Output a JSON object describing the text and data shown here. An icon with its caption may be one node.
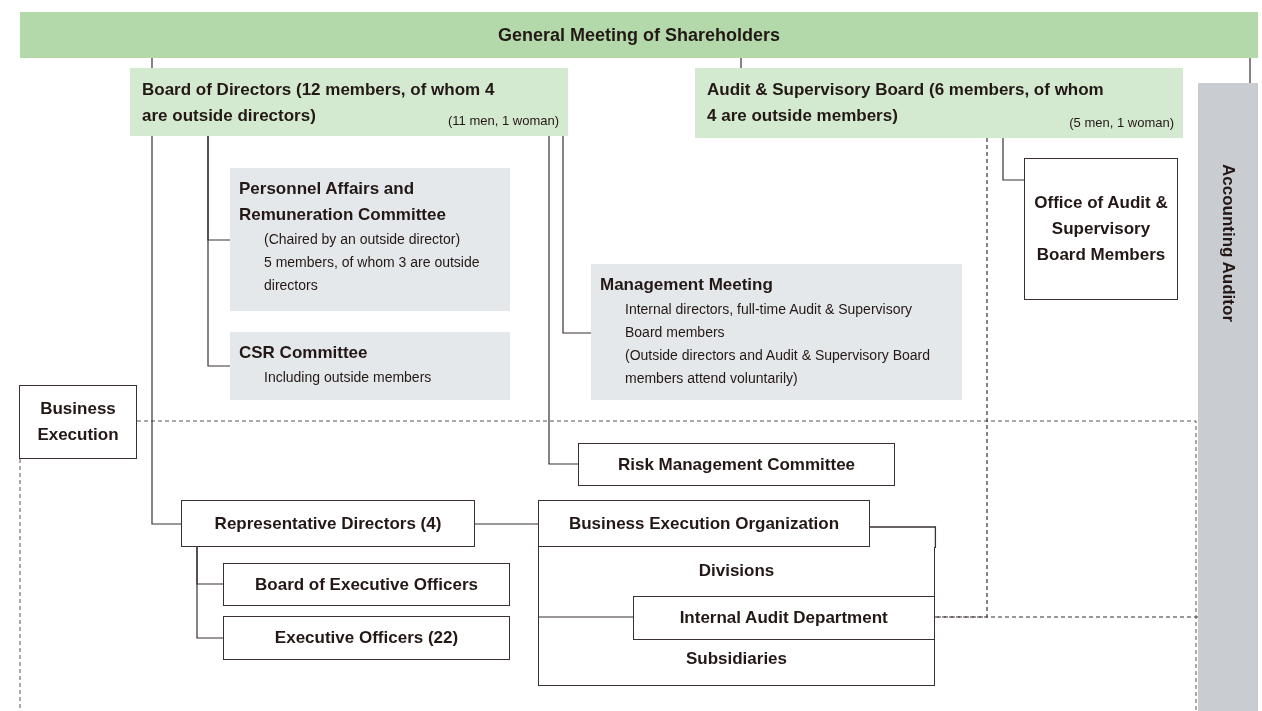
{
  "diagram": {
    "nodes": [
      {
        "text": [
          "General Meeting of Shareholders"
        ]
      },
      {
        "text": [
          "Board of Directors (12 members, of whom 4 are outside directors)",
          "(11 men, 1 woman)"
        ]
      },
      {
        "text": [
          "Audit & Supervisory Board (6 members, of whom 4 are outside members)",
          "(5 men, 1 woman)"
        ]
      },
      {
        "text": [
          "Accounting Auditor"
        ]
      },
      {
        "text": [
          "Personnel Affairs and Remuneration Committee",
          "(Chaired by an outside director)",
          "5 members, of whom 3 are outside directors"
        ]
      },
      {
        "text": [
          "CSR Committee",
          "Including outside members"
        ]
      },
      {
        "text": [
          "Management Meeting",
          "Internal directors, full-time Audit & Supervisory Board members",
          "(Outside directors and Audit & Supervisory Board members attend voluntarily)"
        ]
      },
      {
        "text": [
          "Office of Audit & Supervisory Board Members"
        ]
      },
      {
        "text": [
          "Business Execution"
        ]
      },
      {
        "text": [
          "Risk Management Committee"
        ]
      },
      {
        "text": [
          "Representative Directors (4)"
        ]
      },
      {
        "text": [
          "Business Execution Organization"
        ]
      },
      {
        "text": [
          "Divisions",
          "Subsidiaries"
        ]
      },
      {
        "text": [
          "Internal Audit Department"
        ],
        "in": 12
      },
      {
        "text": [
          "Board of Executive Officers"
        ]
      },
      {
        "text": [
          "Executive Officers (22)"
        ]
      }
    ],
    "edges": [
      {
        "from": 0,
        "to": 1,
        "arrow": "none"
      },
      {
        "from": 0,
        "to": 2,
        "arrow": "none"
      },
      {
        "from": 0,
        "to": 3,
        "arrow": "none"
      },
      {
        "from": 1,
        "to": 4,
        "arrow": "none"
      },
      {
        "from": 1,
        "to": 5,
        "arrow": "none"
      },
      {
        "from": 1,
        "to": 6,
        "arrow": "none"
      },
      {
        "from": 1,
        "to": 9,
        "arrow": "none"
      },
      {
        "from": 1,
        "to": 10,
        "arrow": "none"
      },
      {
        "from": 2,
        "to": 7,
        "arrow": "none"
      },
      {
        "from": 10,
        "to": 11,
        "arrow": "none"
      },
      {
        "from": 10,
        "to": 14,
        "arrow": "none"
      },
      {
        "from": 10,
        "to": 15,
        "arrow": "none"
      },
      {
        "from": 12,
        "to": 13,
        "arrow": "none"
      },
      {
        "from": 2,
        "to": 13,
        "arrow": "none",
        "style": "dashed"
      },
      {
        "from": 13,
        "to": 3,
        "arrow": "none",
        "style": "dashed"
      }
    ]
  }
}
